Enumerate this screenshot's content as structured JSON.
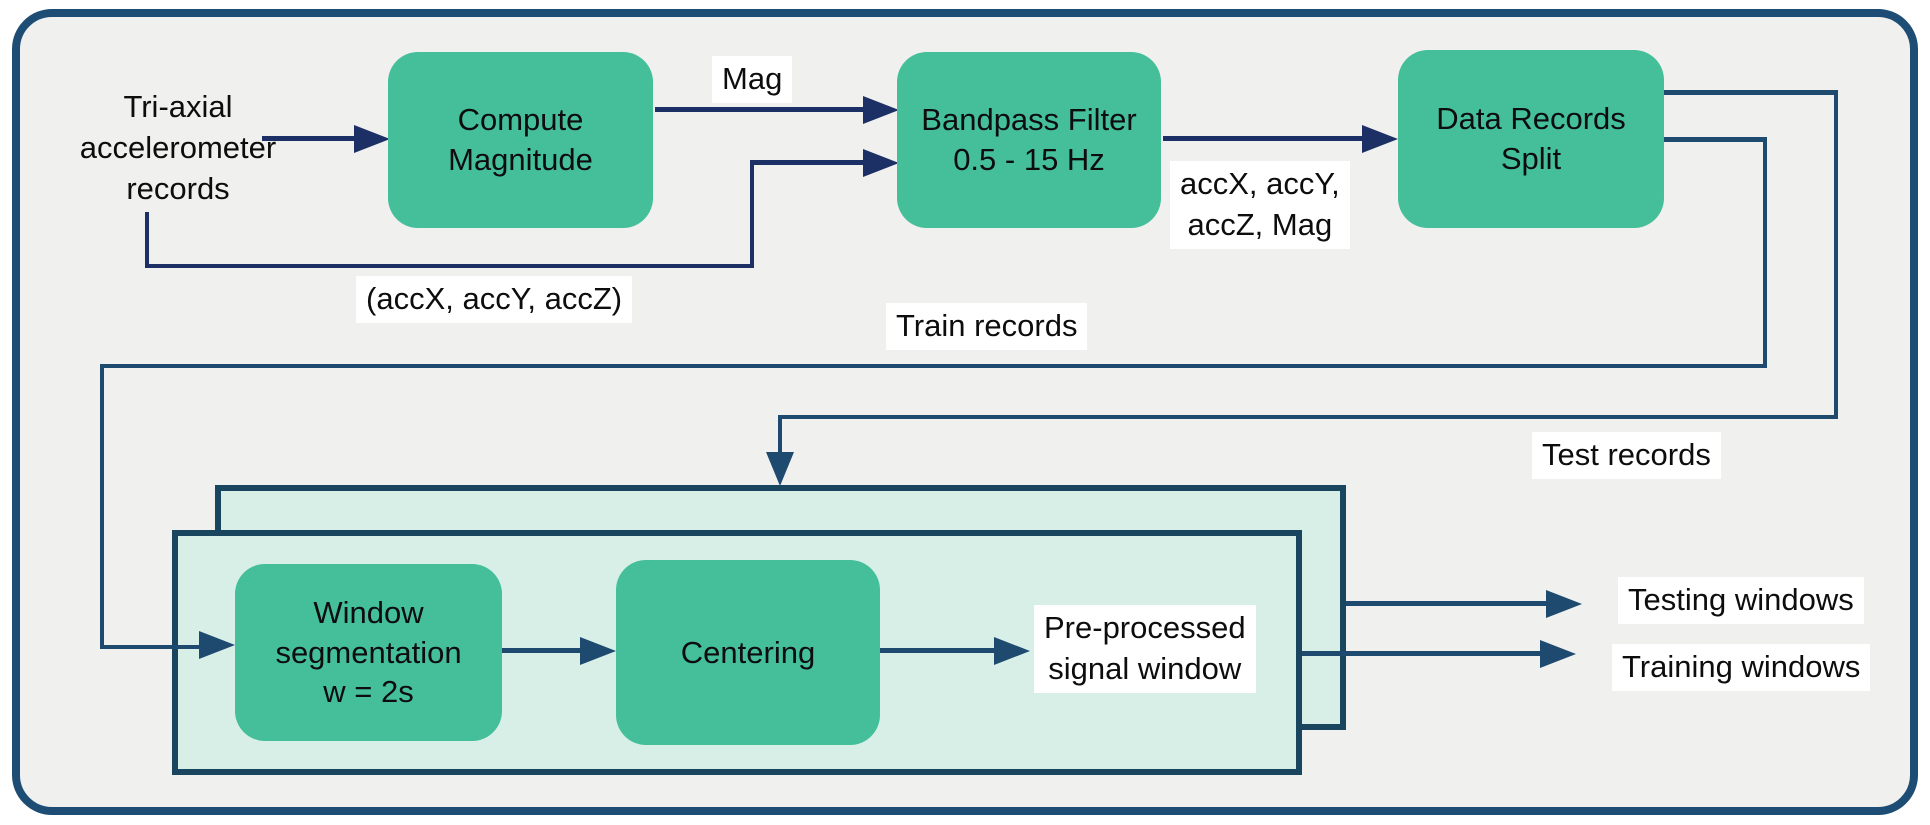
{
  "palette": {
    "panel_bg": "#f0f0ef",
    "teal": "#44bf9a",
    "navy": "#1c3066",
    "steel": "#1e4a70",
    "stack_fill": "#d8efe8",
    "stack_border": "#1a455f",
    "outer_border": "#1d4d74",
    "label_bg": "#ffffff",
    "text": "#0f0f0f"
  },
  "nodes": {
    "input": {
      "lines": [
        "Tri-axial",
        "accelerometer",
        "records"
      ]
    },
    "compute_magnitude": {
      "lines": [
        "Compute",
        "Magnitude"
      ]
    },
    "bandpass": {
      "lines": [
        "Bandpass Filter",
        "0.5 - 15 Hz"
      ]
    },
    "data_split": {
      "lines": [
        "Data Records",
        "Split"
      ]
    },
    "window_seg": {
      "lines": [
        "Window",
        "segmentation",
        "w = 2s"
      ]
    },
    "centering": {
      "label": "Centering"
    }
  },
  "edge_labels": {
    "mag": "Mag",
    "acc_xyz": "(accX, accY, accZ)",
    "acc_xyz_mag": [
      "accX, accY,",
      "accZ, Mag"
    ],
    "train_records": "Train records",
    "test_records": "Test records",
    "pre_processed": [
      "Pre-processed",
      "signal window"
    ],
    "testing_windows": "Testing windows",
    "training_windows": "Training windows"
  }
}
